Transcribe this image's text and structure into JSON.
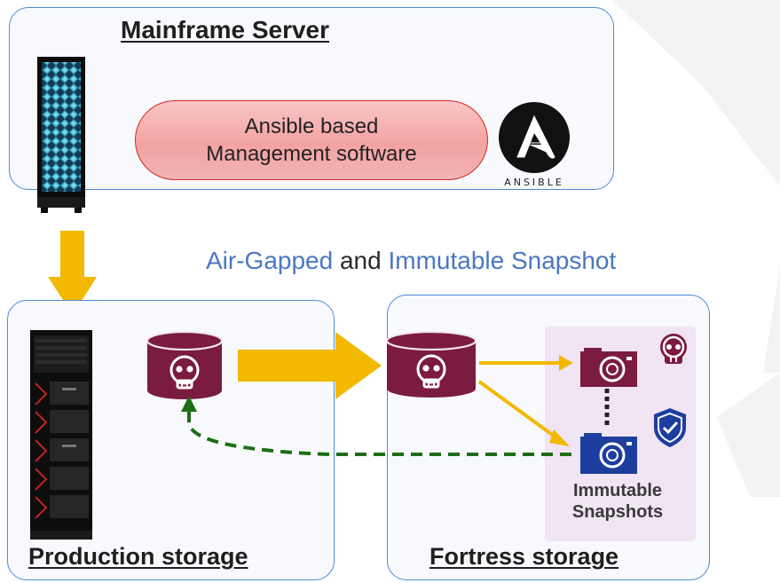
{
  "mainframe": {
    "title": "Mainframe Server"
  },
  "management_software": {
    "line1": "Ansible based",
    "line2": "Management software"
  },
  "ansible_logo": {
    "text": "ANSIBLE"
  },
  "snapshot_caption": {
    "part1": "Air-Gapped",
    "part2": " and ",
    "part3": "Immutable Snapshot"
  },
  "production": {
    "title": "Production storage"
  },
  "fortress": {
    "title": "Fortress storage"
  },
  "immutable_snapshots": {
    "line1": "Immutable",
    "line2": "Snapshots"
  },
  "colors": {
    "panel_border": "#4c8bd6",
    "accent_blue_text": "#4a78c2",
    "flow_arrow": "#f2b900",
    "restore_arrow": "#1e6e17",
    "drive": "#7a1b3f",
    "camera_compromised": "#7a1b3f",
    "camera_clean": "#1d3e9e",
    "pill_border": "#d62828"
  }
}
